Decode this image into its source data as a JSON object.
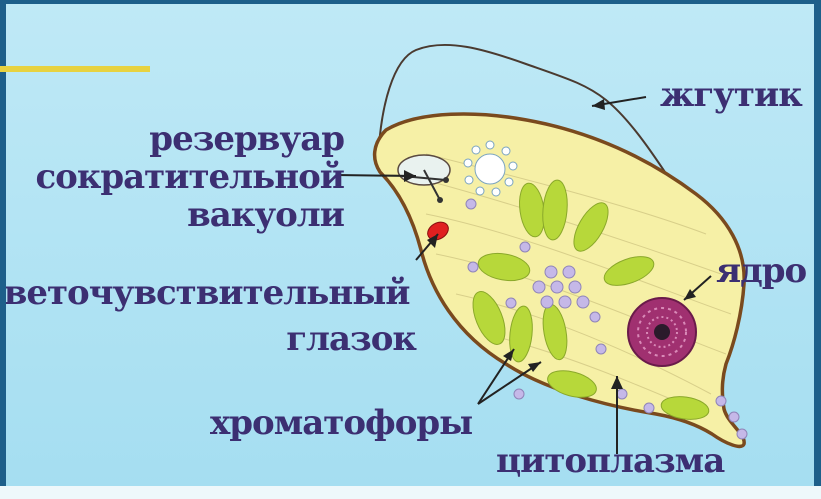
{
  "labels": {
    "flagellum": "жгутик",
    "reservoir_line1": "резервуар",
    "reservoir_line2": "сократительной",
    "reservoir_line3": "вакуоли",
    "eyespot_line1": "светочувствительный",
    "eyespot_line2": "глазок",
    "nucleus": "ядро",
    "chromatophores": "хроматофоры",
    "cytoplasm": "цитоплазма"
  },
  "colors": {
    "frame": "#1d5f8a",
    "background": "#b3e3f3",
    "label_text": "#3c2f72",
    "cell_fill": "#f6f0a6",
    "cell_outline": "#7a4a1e",
    "chromatophore": "#b7d83a",
    "granule": "#c5b8e8",
    "nucleus": "#a03070",
    "eyespot": "#e02020"
  }
}
